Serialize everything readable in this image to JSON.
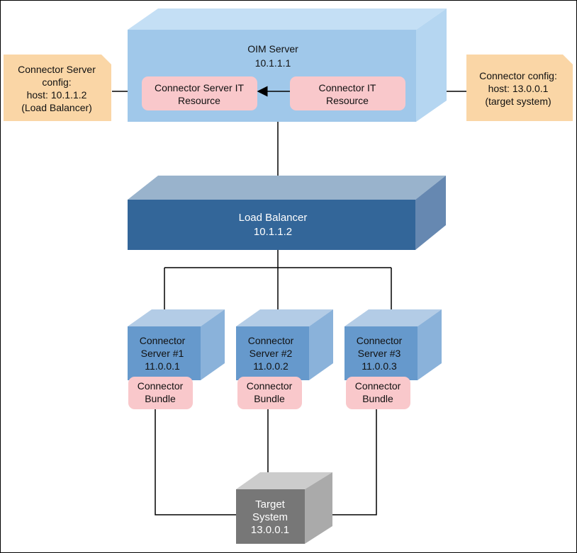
{
  "colors": {
    "oim_front": "#a0c8ea",
    "oim_top": "#c4dff5",
    "oim_side": "#b5d6f1",
    "lb_front": "#336699",
    "lb_top": "#99b3cc",
    "lb_side": "#6688b1",
    "cs_front": "#6699cc",
    "cs_top": "#b3cce6",
    "cs_side": "#8ab2da",
    "pink": "#f9c8cb",
    "orange": "#fad6a6",
    "target_front": "#777777",
    "target_top": "#cccccc",
    "target_side": "#aaaaaa",
    "line": "#000000"
  },
  "oim_server": {
    "title": "OIM Server",
    "ip": "10.1.1.1",
    "it_resource_left": [
      "Connector Server IT",
      "Resource"
    ],
    "it_resource_right": [
      "Connector IT",
      "Resource"
    ]
  },
  "left_note": {
    "lines": [
      "Connector Server",
      "config:",
      "host: 10.1.1.2",
      "(Load Balancer)"
    ]
  },
  "right_note": {
    "lines": [
      "Connector config:",
      "host: 13.0.0.1",
      "(target system)"
    ]
  },
  "load_balancer": {
    "title": "Load Balancer",
    "ip": "10.1.1.2"
  },
  "connector_servers": [
    {
      "lines": [
        "Connector",
        "Server #1",
        "11.0.0.1"
      ],
      "bundle": [
        "Connector",
        "Bundle"
      ]
    },
    {
      "lines": [
        "Connector",
        "Server #2",
        "11.0.0.2"
      ],
      "bundle": [
        "Connector",
        "Bundle"
      ]
    },
    {
      "lines": [
        "Connector",
        "Server #3",
        "11.0.0.3"
      ],
      "bundle": [
        "Connector",
        "Bundle"
      ]
    }
  ],
  "target_system": {
    "lines": [
      "Target",
      "System",
      "13.0.0.1"
    ]
  }
}
